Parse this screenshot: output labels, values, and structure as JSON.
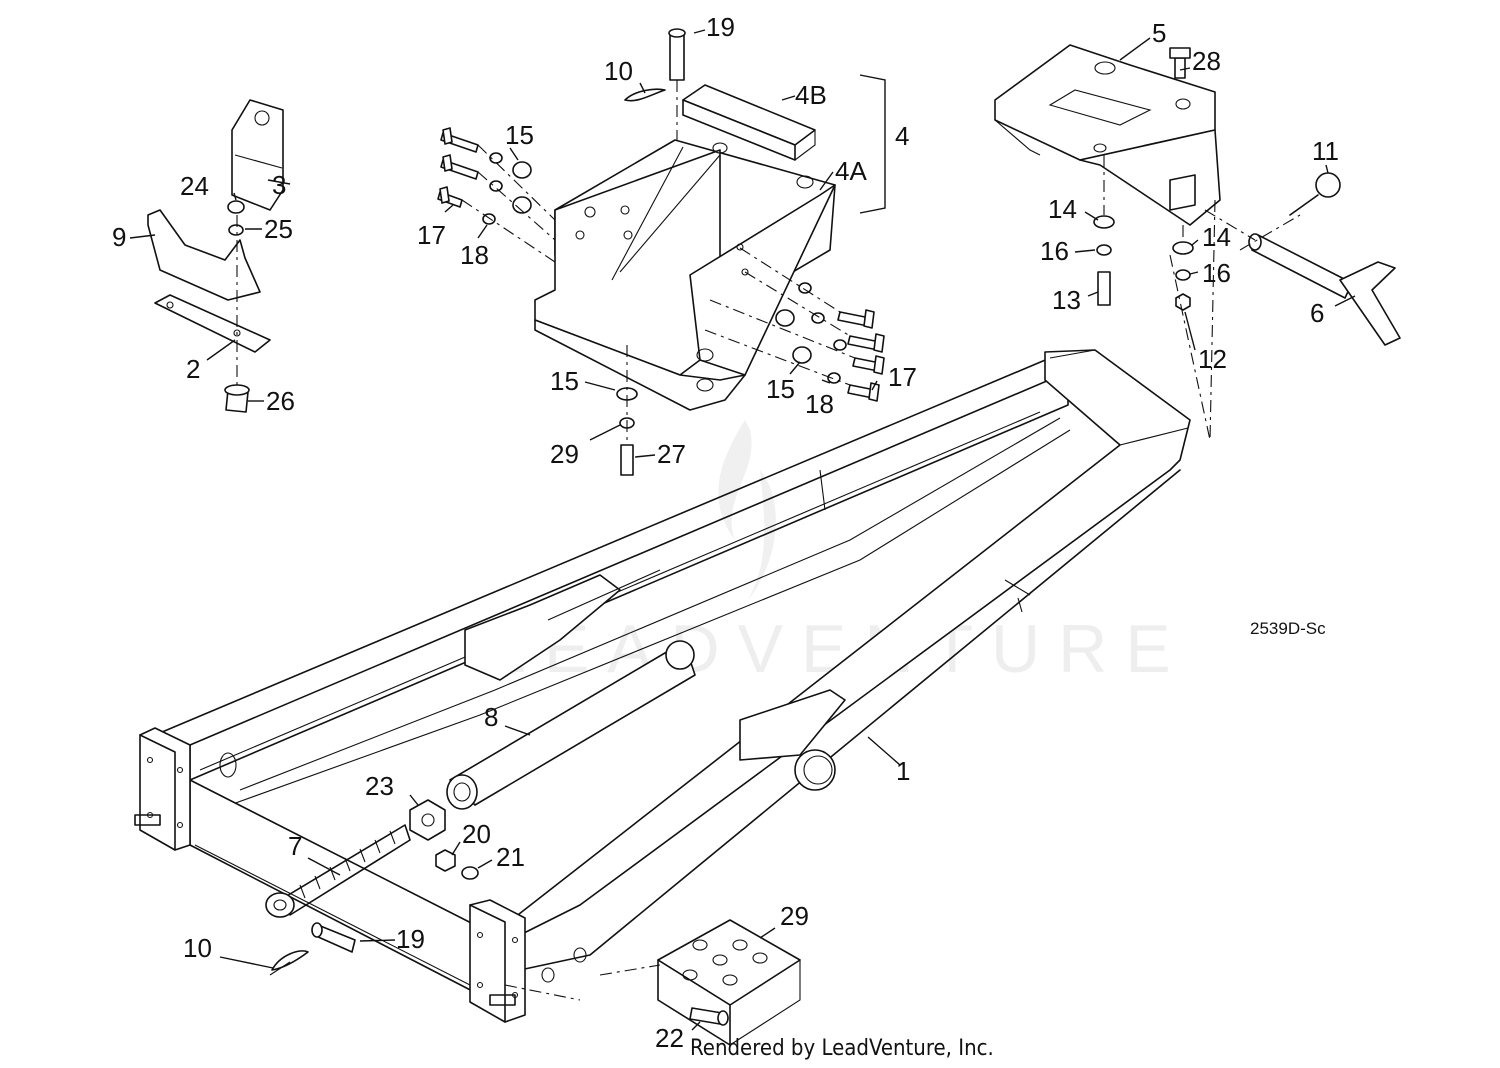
{
  "watermark": "LEADVENTURE",
  "reference_code": "2539D-Sc",
  "credit": "Rendered by LeadVenture, Inc.",
  "callouts": [
    {
      "id": "c1",
      "label": "1"
    },
    {
      "id": "c2",
      "label": "2"
    },
    {
      "id": "c3",
      "label": "3"
    },
    {
      "id": "c4",
      "label": "4"
    },
    {
      "id": "c4a",
      "label": "4A"
    },
    {
      "id": "c4b",
      "label": "4B"
    },
    {
      "id": "c5",
      "label": "5"
    },
    {
      "id": "c6",
      "label": "6"
    },
    {
      "id": "c7",
      "label": "7"
    },
    {
      "id": "c8",
      "label": "8"
    },
    {
      "id": "c9",
      "label": "9"
    },
    {
      "id": "c10a",
      "label": "10"
    },
    {
      "id": "c10b",
      "label": "10"
    },
    {
      "id": "c11",
      "label": "11"
    },
    {
      "id": "c12",
      "label": "12"
    },
    {
      "id": "c13",
      "label": "13"
    },
    {
      "id": "c14a",
      "label": "14"
    },
    {
      "id": "c14b",
      "label": "14"
    },
    {
      "id": "c15a",
      "label": "15"
    },
    {
      "id": "c15b",
      "label": "15"
    },
    {
      "id": "c15c",
      "label": "15"
    },
    {
      "id": "c16a",
      "label": "16"
    },
    {
      "id": "c16b",
      "label": "16"
    },
    {
      "id": "c17a",
      "label": "17"
    },
    {
      "id": "c17b",
      "label": "17"
    },
    {
      "id": "c18a",
      "label": "18"
    },
    {
      "id": "c18b",
      "label": "18"
    },
    {
      "id": "c19a",
      "label": "19"
    },
    {
      "id": "c19b",
      "label": "19"
    },
    {
      "id": "c20",
      "label": "20"
    },
    {
      "id": "c21",
      "label": "21"
    },
    {
      "id": "c22",
      "label": "22"
    },
    {
      "id": "c23",
      "label": "23"
    },
    {
      "id": "c24",
      "label": "24"
    },
    {
      "id": "c25",
      "label": "25"
    },
    {
      "id": "c26",
      "label": "26"
    },
    {
      "id": "c27",
      "label": "27"
    },
    {
      "id": "c28",
      "label": "28"
    },
    {
      "id": "c29a",
      "label": "29"
    },
    {
      "id": "c29b",
      "label": "29"
    }
  ]
}
